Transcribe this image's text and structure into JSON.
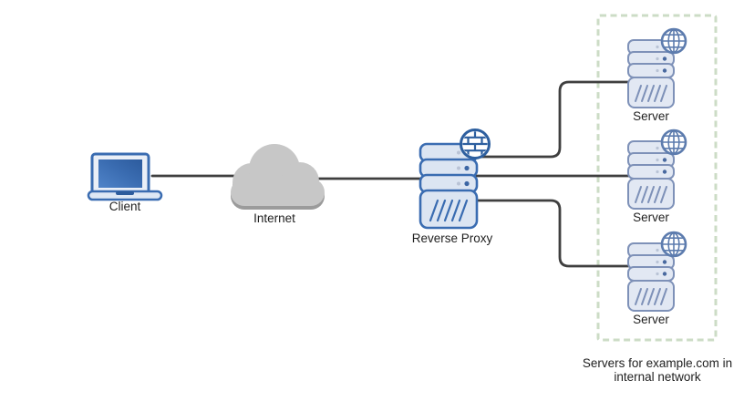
{
  "diagram": {
    "type": "network-architecture",
    "nodes": {
      "client": {
        "label": "Client",
        "icon": "laptop-icon"
      },
      "internet": {
        "label": "Internet",
        "icon": "cloud-icon"
      },
      "reverse_proxy": {
        "label": "Reverse Proxy",
        "icon": "server-stack-icon",
        "badge": "firewall-icon"
      },
      "servers": [
        {
          "label": "Server",
          "icon": "server-stack-icon",
          "badge": "globe-icon"
        },
        {
          "label": "Server",
          "icon": "server-stack-icon",
          "badge": "globe-icon"
        },
        {
          "label": "Server",
          "icon": "server-stack-icon",
          "badge": "globe-icon"
        }
      ]
    },
    "connections": [
      {
        "from": "client",
        "to": "internet"
      },
      {
        "from": "internet",
        "to": "reverse_proxy"
      },
      {
        "from": "reverse_proxy",
        "to": "server-1"
      },
      {
        "from": "reverse_proxy",
        "to": "server-2"
      },
      {
        "from": "reverse_proxy",
        "to": "server-3"
      }
    ],
    "group": {
      "caption_line1": "Servers for example.com in",
      "caption_line2": "internal network",
      "border_style": "dashed"
    },
    "colors": {
      "connector": "#3f3f3f",
      "group_border": "#ccdcc6",
      "proxy_border": "#3a6cb1",
      "proxy_fill": "#dce5f2",
      "server_border": "#7e91b8",
      "server_fill": "#e2e8f3",
      "laptop_screen": "#3a6cb1",
      "cloud_fill": "#c7c7c7",
      "cloud_shadow": "#9b9b9b",
      "label_text": "#1f1f1f"
    }
  }
}
